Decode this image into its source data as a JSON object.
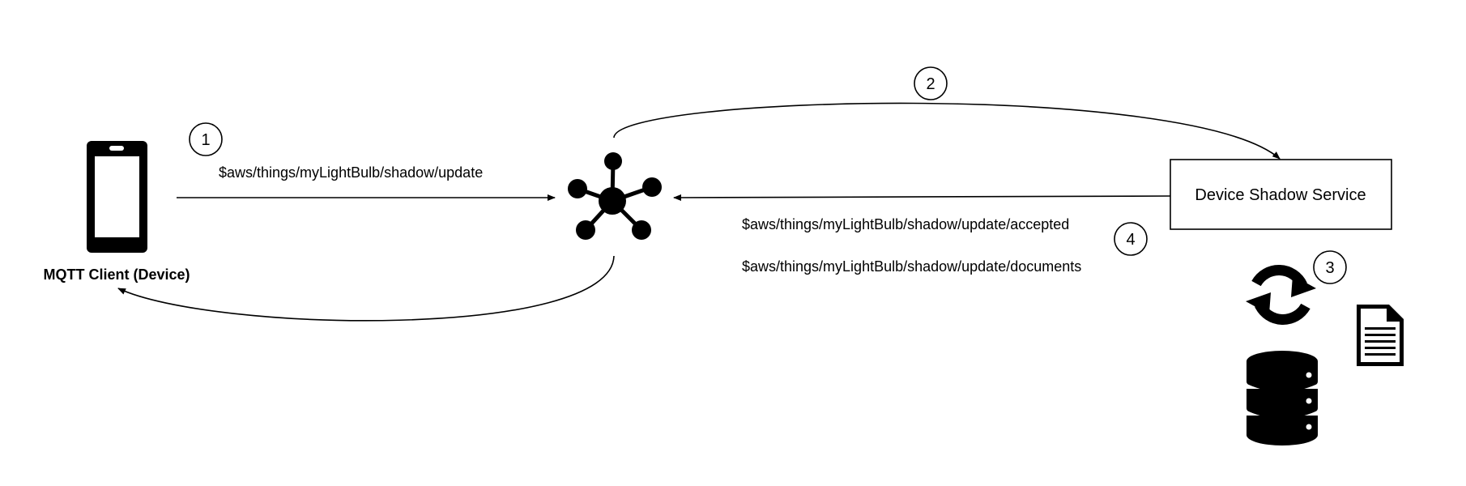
{
  "device": {
    "label": "MQTT Client (Device)",
    "icon": "smartphone-icon"
  },
  "broker": {
    "icon": "hub-network-icon"
  },
  "service": {
    "label": "Device Shadow Service"
  },
  "steps": {
    "one": "1",
    "two": "2",
    "three": "3",
    "four": "4"
  },
  "topics": {
    "update": "$aws/things/myLightBulb/shadow/update",
    "accepted": "$aws/things/myLightBulb/shadow/update/accepted",
    "documents": "$aws/things/myLightBulb/shadow/update/documents"
  },
  "storage_icons": [
    "sync-icon",
    "document-icon",
    "database-icon"
  ]
}
